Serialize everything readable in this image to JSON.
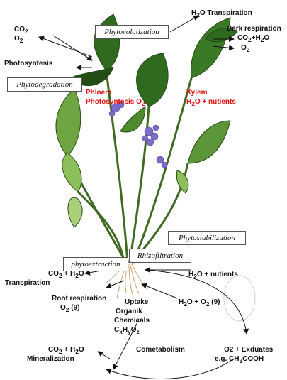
{
  "boxes": {
    "phytovolatization": "Phytovolatization",
    "phytodegradation": "Phytodegradation",
    "phytostabilization": "Phytostabilization",
    "rhizofiltration": "Rhizofiltration",
    "phytoextraction": "phytoextraction"
  },
  "labels": {
    "co2_o2_top": [
      "CO2",
      "O2"
    ],
    "photosyntesis": "Photosyntesis",
    "h2o_transpiration": "H2O Transpiration",
    "dark_respiration": [
      "Dark respiration",
      "CO2+H2O",
      "O2"
    ],
    "phloem": [
      "Phloem",
      "Photosyntesis O2"
    ],
    "xylem": [
      "Xylem",
      "H2O + nutients"
    ],
    "co2_h2o_transpiration": [
      "CO2 + H2O",
      "Transpiration"
    ],
    "h2o_nutients": "H2O + nutients",
    "root_respiration": [
      "Root respiration",
      "O2 (9)"
    ],
    "uptake": [
      "Uptake",
      "Organik",
      "Chemicals",
      "CxHyOz"
    ],
    "h2o_o2": "H2O + O2 (9)",
    "co2_h2o_mineralization": [
      "CO2 + H2O",
      "Mineralization"
    ],
    "cometabolism": "Cometabolism",
    "o2_exduates": [
      "O2 + Exduates",
      "e.g. CH3COOH"
    ]
  },
  "colors": {
    "leaf_dark": "#2f6a1f",
    "leaf_light": "#8cbf5a",
    "flower": "#7b6cc9",
    "root": "#c9a46a",
    "highlight": "#e01010"
  }
}
